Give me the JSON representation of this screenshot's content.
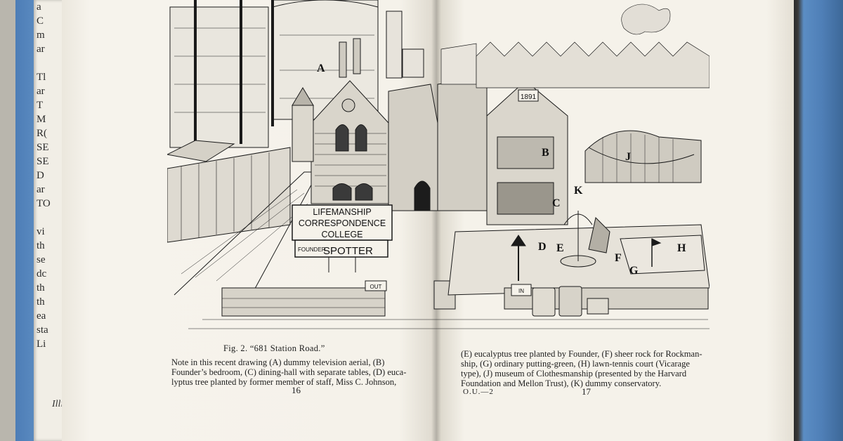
{
  "left_page": {
    "figure_title": "Fig. 2.  “681 Station Road.”",
    "caption_lines": [
      "Note in this recent drawing (A) dummy television aerial, (B)",
      "Founder’s bedroom, (C) dining-hall with separate tables, (D) euca-",
      "lyptus tree planted by former member of staff, Miss C. Johnson,"
    ],
    "page_number": "16"
  },
  "right_page": {
    "caption_lines": [
      "(E) eucalyptus tree planted by Founder, (F) sheer rock for Rockman-",
      "ship, (G) ordinary putting-green, (H) lawn-tennis court (Vicarage",
      "type), (J) museum of Clothesmanship (presented by the Harvard",
      "Foundation and Mellon Trust), (K) dummy conservatory."
    ],
    "signature": "O.U.—2",
    "page_number": "17"
  },
  "illustration": {
    "sign_lines": [
      "LIFEMANSHIP",
      "CORRESPONDENCE",
      "COLLEGE"
    ],
    "founder_label": "FOUNDER",
    "founder_name": "SPOTTER",
    "year": "1891",
    "out_label": "OUT",
    "in_label": "IN",
    "letters": [
      "A",
      "B",
      "C",
      "D",
      "E",
      "F",
      "G",
      "H",
      "J",
      "K"
    ]
  },
  "underlying_page": {
    "fragments": [
      "a",
      "C",
      "m",
      "ar",
      "",
      "Tl",
      "ar",
      "T",
      "M",
      "R(",
      "SE",
      "SE",
      "D",
      "ar",
      "TO",
      "",
      "vi",
      "th",
      "se",
      "dc",
      "th",
      "th",
      "ea",
      "sta",
      "Li"
    ],
    "italic_fragment": "Illi"
  }
}
